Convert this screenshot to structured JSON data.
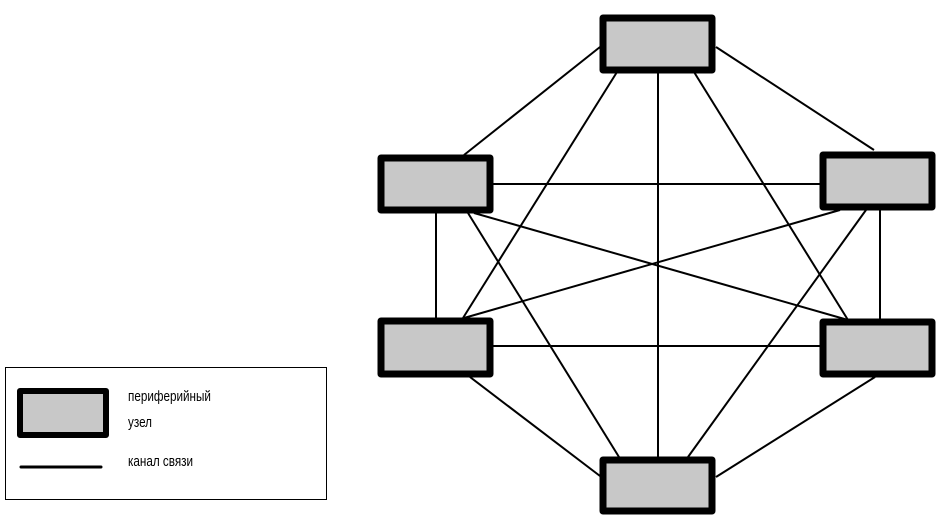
{
  "colors": {
    "node_fill": "#c8c8c8",
    "stroke": "#000000"
  },
  "legend": {
    "node_label_line1": "периферийный",
    "node_label_line2": "узел",
    "link_label": "канал связи"
  }
}
